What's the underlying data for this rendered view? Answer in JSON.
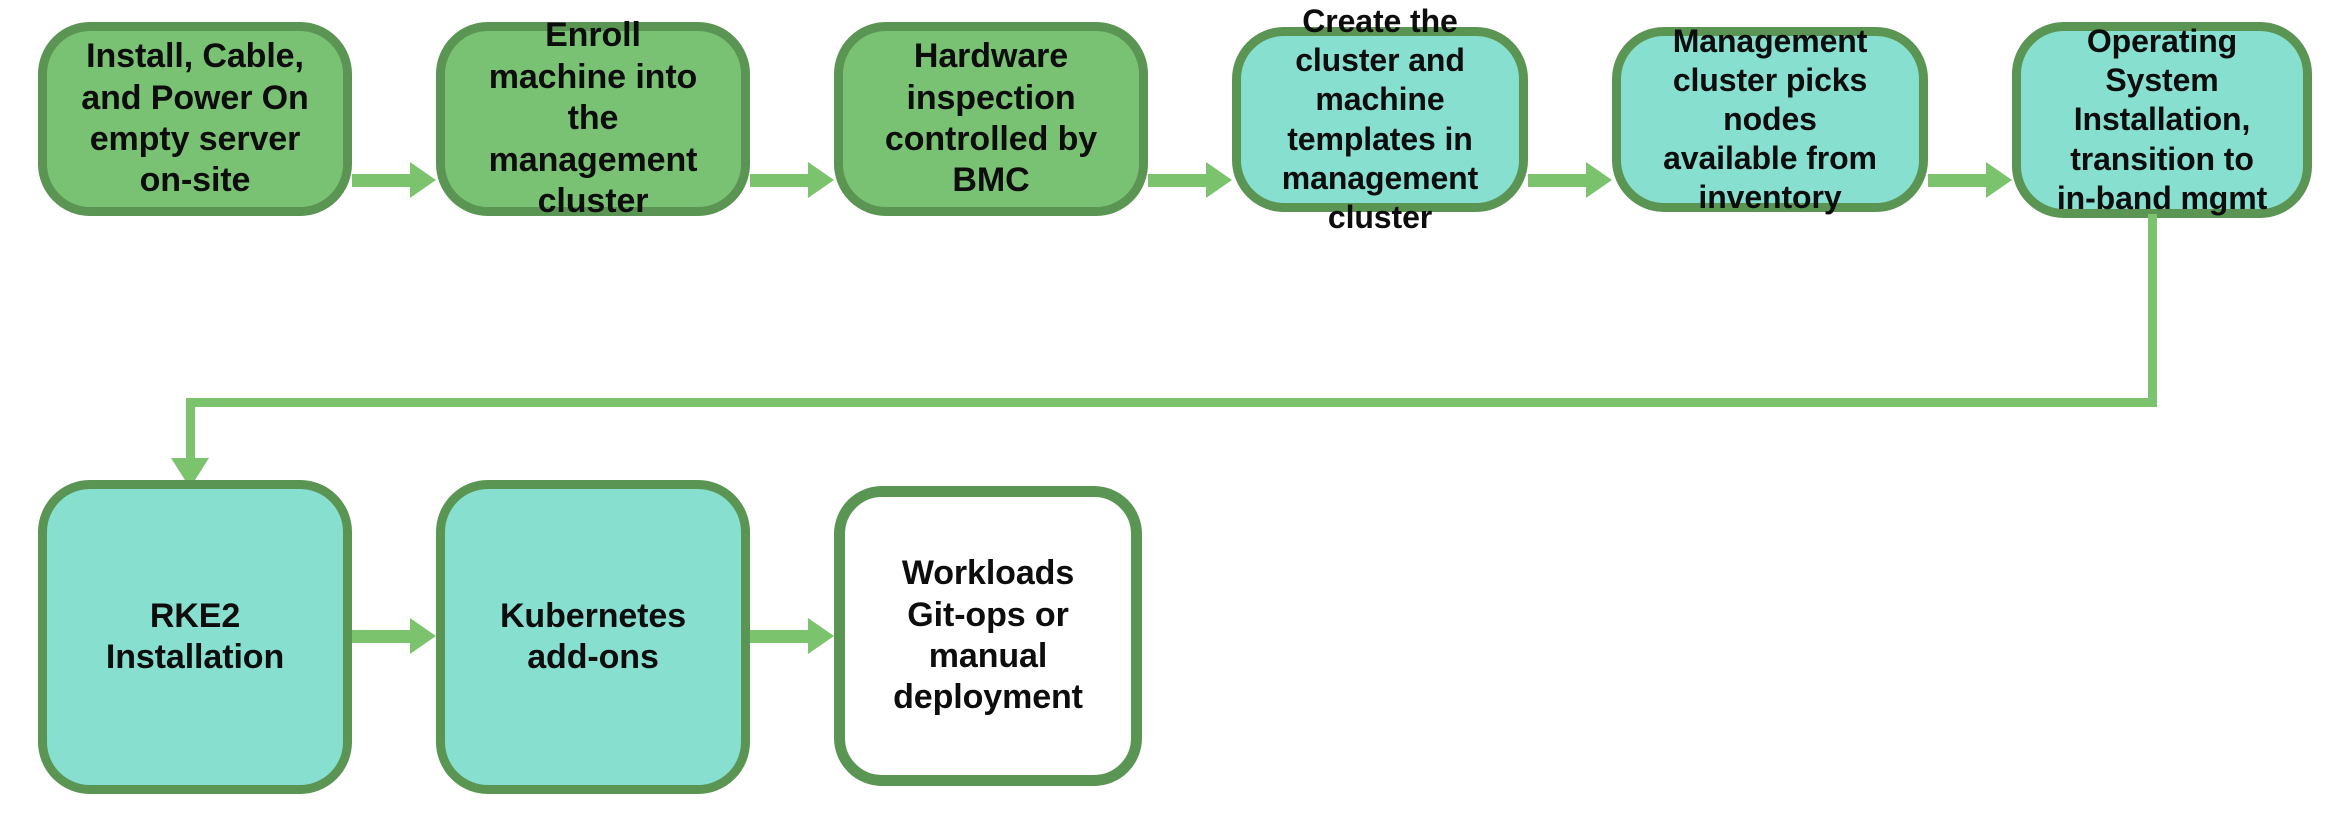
{
  "diagram": {
    "title": "Bare metal server provisioning workflow",
    "colors": {
      "green_fill": "#7ac273",
      "teal_fill": "#87dfd0",
      "white_fill": "#ffffff",
      "border": "#5b9553",
      "arrow": "#7bc46d",
      "text": "#0d0d0d"
    },
    "top_row": [
      {
        "id": "install-cable-power",
        "label": "Install, Cable,\nand Power On\nempty server\non-site",
        "fill": "green",
        "font_size": 34
      },
      {
        "id": "enroll-machine",
        "label": "Enroll\nmachine into\nthe\nmanagement\ncluster",
        "fill": "green",
        "font_size": 34
      },
      {
        "id": "hardware-inspection",
        "label": "Hardware\ninspection\ncontrolled by\nBMC",
        "fill": "green",
        "font_size": 34
      },
      {
        "id": "create-cluster-templates",
        "label": "Create the\ncluster and\nmachine\ntemplates in\nmanagement\ncluster",
        "fill": "teal",
        "font_size": 32
      },
      {
        "id": "management-picks-nodes",
        "label": "Management\ncluster picks\nnodes\navailable from\ninventory",
        "fill": "teal",
        "font_size": 32
      },
      {
        "id": "os-installation",
        "label": "Operating\nSystem\nInstallation,\ntransition to\nin-band mgmt",
        "fill": "teal",
        "font_size": 32
      }
    ],
    "bottom_row": [
      {
        "id": "rke2-installation",
        "label": "RKE2\nInstallation",
        "fill": "teal",
        "font_size": 34
      },
      {
        "id": "kubernetes-add-ons",
        "label": "Kubernetes\nadd-ons",
        "fill": "teal",
        "font_size": 34
      },
      {
        "id": "workloads-gitops",
        "label": "Workloads\nGit-ops or\nmanual\ndeployment",
        "fill": "white",
        "font_size": 34
      }
    ],
    "connectors": [
      {
        "id": "arrow-1-2",
        "from": "install-cable-power",
        "to": "enroll-machine",
        "kind": "horizontal-arrow"
      },
      {
        "id": "arrow-2-3",
        "from": "enroll-machine",
        "to": "hardware-inspection",
        "kind": "horizontal-arrow"
      },
      {
        "id": "arrow-3-4",
        "from": "hardware-inspection",
        "to": "create-cluster-templates",
        "kind": "horizontal-arrow"
      },
      {
        "id": "arrow-4-5",
        "from": "create-cluster-templates",
        "to": "management-picks-nodes",
        "kind": "horizontal-arrow"
      },
      {
        "id": "arrow-5-6",
        "from": "management-picks-nodes",
        "to": "os-installation",
        "kind": "horizontal-arrow"
      },
      {
        "id": "elbow-6-7",
        "from": "os-installation",
        "to": "rke2-installation",
        "kind": "elbow-down-left-arrow"
      },
      {
        "id": "arrow-7-8",
        "from": "rke2-installation",
        "to": "kubernetes-add-ons",
        "kind": "horizontal-arrow"
      },
      {
        "id": "arrow-8-9",
        "from": "kubernetes-add-ons",
        "to": "workloads-gitops",
        "kind": "horizontal-arrow"
      }
    ]
  }
}
